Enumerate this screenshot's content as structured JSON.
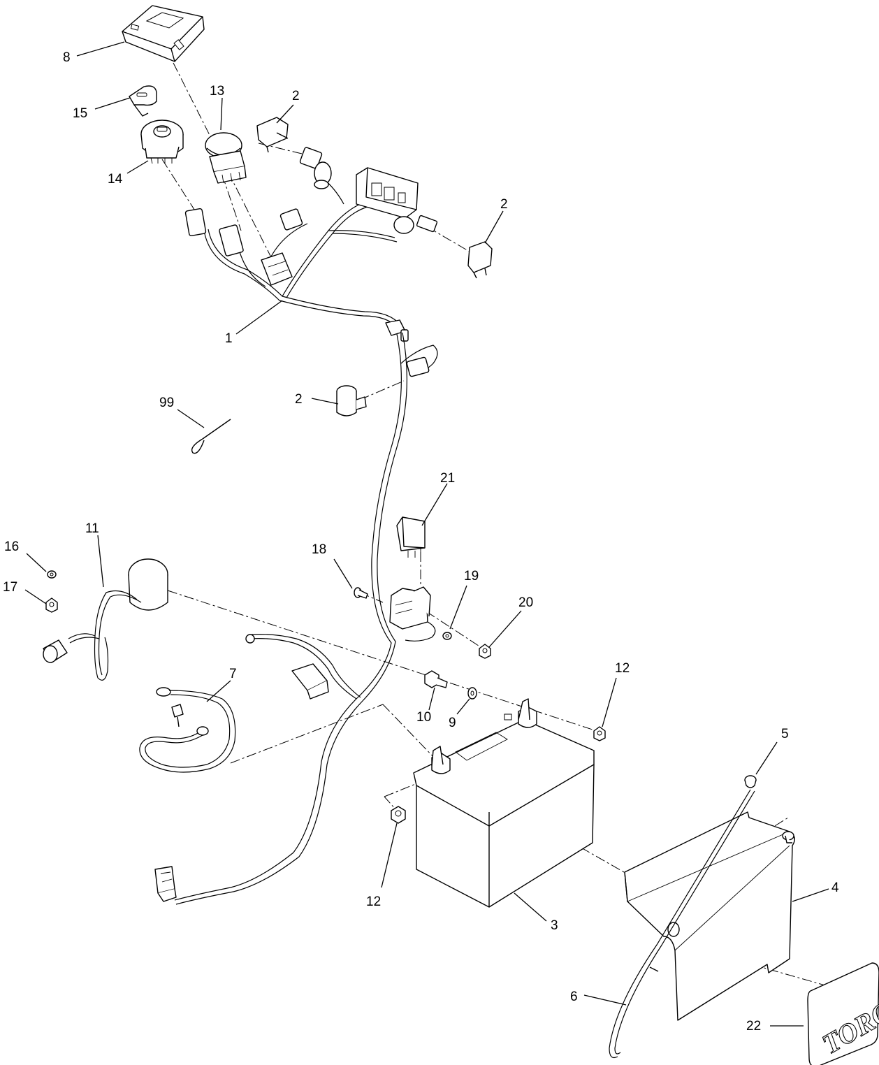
{
  "callouts": {
    "c1": "1",
    "c2a": "2",
    "c2b": "2",
    "c2c": "2",
    "c3": "3",
    "c4": "4",
    "c5": "5",
    "c6": "6",
    "c7": "7",
    "c8": "8",
    "c9": "9",
    "c10": "10",
    "c11": "11",
    "c12a": "12",
    "c12b": "12",
    "c13": "13",
    "c14": "14",
    "c15": "15",
    "c16": "16",
    "c17": "17",
    "c18": "18",
    "c19": "19",
    "c20": "20",
    "c21": "21",
    "c22": "22",
    "c99": "99"
  },
  "logo": {
    "text": "TORO"
  }
}
